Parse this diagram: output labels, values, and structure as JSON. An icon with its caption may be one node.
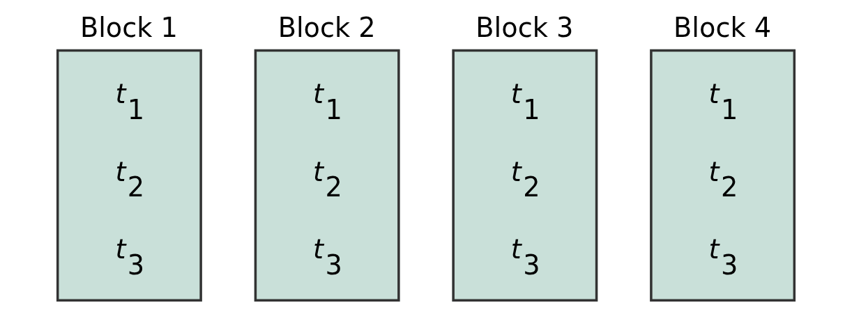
{
  "diagram": {
    "nodes": [
      {
        "text": [
          "Block 1",
          "t$_{1}$",
          "t$_{2}$",
          "t$_{3}$"
        ]
      },
      {
        "text": [
          "Block 2",
          "t$_{1}$",
          "t$_{2}$",
          "t$_{3}$"
        ]
      },
      {
        "text": [
          "Block 3",
          "t$_{1}$",
          "t$_{2}$",
          "t$_{3}$"
        ]
      },
      {
        "text": [
          "Block 4",
          "t$_{1}$",
          "t$_{2}$",
          "t$_{3}$"
        ]
      }
    ]
  }
}
